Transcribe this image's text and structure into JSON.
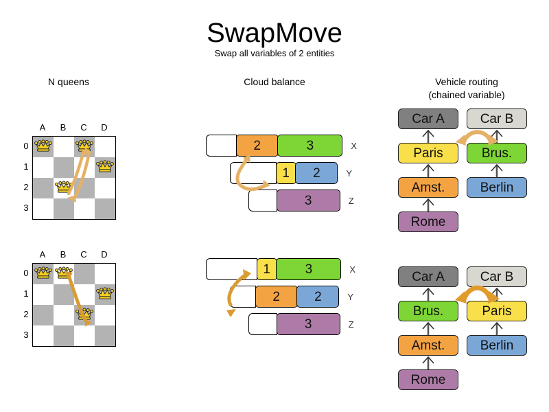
{
  "header": {
    "title": "SwapMove",
    "subtitle": "Swap all variables of 2 entities"
  },
  "columns": [
    {
      "id": "n-queens",
      "label": "N queens"
    },
    {
      "id": "cloud-balance",
      "label": "Cloud balance"
    },
    {
      "id": "vehicle-routing",
      "label": "Vehicle routing",
      "label2": "(chained variable)"
    }
  ],
  "colors": {
    "orange": "#F4A343",
    "green": "#7DD635",
    "yellow": "#F9E04B",
    "blue": "#7BA7D7",
    "purple": "#AE7BA8",
    "car_a": "#808080",
    "car_b": "#D8D8D0",
    "board_dark": "#B3B3B3",
    "board_light": "#FFFFFF",
    "arrow": "#E5B166",
    "arrow_strong": "#E09B2D",
    "queen": "#F5D020"
  },
  "n_queens": {
    "files": [
      "A",
      "B",
      "C",
      "D"
    ],
    "ranks": [
      "0",
      "1",
      "2",
      "3"
    ],
    "before": {
      "queens": [
        {
          "file": "A",
          "rank": "0",
          "col": 0,
          "row": 0
        },
        {
          "file": "C",
          "rank": "0",
          "col": 2,
          "row": 0
        },
        {
          "file": "D",
          "rank": "1",
          "col": 3,
          "row": 1
        },
        {
          "file": "B",
          "rank": "2",
          "col": 1,
          "row": 2
        }
      ],
      "move": {
        "from": "C0",
        "to": "B2",
        "type": "swap"
      }
    },
    "after": {
      "queens": [
        {
          "file": "A",
          "rank": "0",
          "col": 0,
          "row": 0
        },
        {
          "file": "B",
          "rank": "0",
          "col": 1,
          "row": 0
        },
        {
          "file": "D",
          "rank": "1",
          "col": 3,
          "row": 1
        },
        {
          "file": "C",
          "rank": "2",
          "col": 2,
          "row": 2
        }
      ],
      "move": {
        "from": "B0",
        "to": "C2",
        "type": "swap"
      }
    }
  },
  "cloud_balance": {
    "before": {
      "rows": [
        {
          "label": "X",
          "offset": 0,
          "empty_width": 45,
          "segments": [
            {
              "value": "2",
              "color": "#F4A343",
              "width": 62
            },
            {
              "value": "3",
              "color": "#7DD635",
              "width": 95
            }
          ]
        },
        {
          "label": "Y",
          "offset": 35,
          "empty_width": 68,
          "segments": [
            {
              "value": "1",
              "color": "#F9E04B",
              "width": 30
            },
            {
              "value": "2",
              "color": "#7BA7D7",
              "width": 62
            }
          ]
        },
        {
          "label": "Z",
          "offset": 62,
          "empty_width": 42,
          "segments": [
            {
              "value": "3",
              "color": "#AE7BA8",
              "width": 93
            }
          ]
        }
      ]
    },
    "after": {
      "rows": [
        {
          "label": "X",
          "offset": 0,
          "empty_width": 75,
          "segments": [
            {
              "value": "1",
              "color": "#F9E04B",
              "width": 30
            },
            {
              "value": "3",
              "color": "#7DD635",
              "width": 95
            }
          ]
        },
        {
          "label": "Y",
          "offset": 35,
          "empty_width": 38,
          "segments": [
            {
              "value": "2",
              "color": "#F4A343",
              "width": 62
            },
            {
              "value": "2",
              "color": "#7BA7D7",
              "width": 62
            }
          ]
        },
        {
          "label": "Z",
          "offset": 62,
          "empty_width": 42,
          "segments": [
            {
              "value": "3",
              "color": "#AE7BA8",
              "width": 93
            }
          ]
        }
      ]
    }
  },
  "vehicle_routing": {
    "before": {
      "chains": [
        {
          "vehicle": "Car A",
          "vehicle_color": "#808080",
          "stops": [
            {
              "label": "Paris",
              "color": "#F9E04B"
            },
            {
              "label": "Amst.",
              "color": "#F4A343"
            },
            {
              "label": "Rome",
              "color": "#AE7BA8"
            }
          ]
        },
        {
          "vehicle": "Car B",
          "vehicle_color": "#D8D8D0",
          "stops": [
            {
              "label": "Brus.",
              "color": "#7DD635"
            },
            {
              "label": "Berlin",
              "color": "#7BA7D7"
            }
          ]
        }
      ],
      "move": {
        "from": "Paris",
        "to": "Brus.",
        "type": "swap"
      }
    },
    "after": {
      "chains": [
        {
          "vehicle": "Car A",
          "vehicle_color": "#808080",
          "stops": [
            {
              "label": "Brus.",
              "color": "#7DD635"
            },
            {
              "label": "Amst.",
              "color": "#F4A343"
            },
            {
              "label": "Rome",
              "color": "#AE7BA8"
            }
          ]
        },
        {
          "vehicle": "Car B",
          "vehicle_color": "#D8D8D0",
          "stops": [
            {
              "label": "Paris",
              "color": "#F9E04B"
            },
            {
              "label": "Berlin",
              "color": "#7BA7D7"
            }
          ]
        }
      ],
      "move": {
        "from": "Brus.",
        "to": "Paris",
        "type": "swap"
      }
    }
  }
}
